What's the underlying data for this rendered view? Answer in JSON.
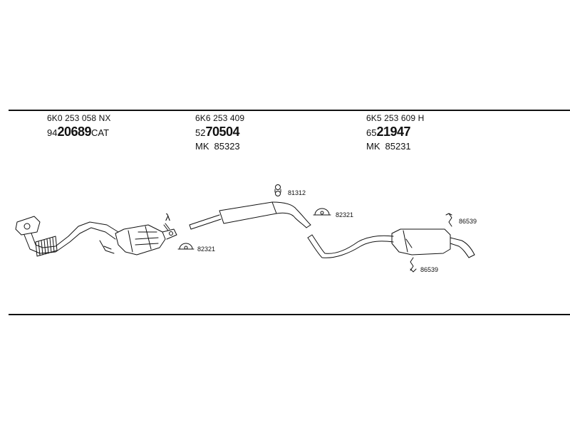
{
  "parts": [
    {
      "part_number": "6K0 253 058 NX",
      "ref_prefix": "94",
      "ref_main": "20689",
      "ref_suffix": "CAT",
      "mk_label": "",
      "mk_number": ""
    },
    {
      "part_number": "6K6 253 409",
      "ref_prefix": "52",
      "ref_main": "70504",
      "ref_suffix": "",
      "mk_label": "MK",
      "mk_number": "85323"
    },
    {
      "part_number": "6K5 253 609 H",
      "ref_prefix": "65",
      "ref_main": "21947",
      "ref_suffix": "",
      "mk_label": "MK",
      "mk_number": "85231"
    }
  ],
  "callouts": {
    "clamp_front": "82321",
    "hanger_center": "81312",
    "clamp_center": "82321",
    "hanger_rear_top": "86539",
    "hanger_rear_bottom": "86539"
  },
  "lambda_symbol": "λ",
  "line_color": "#111111"
}
